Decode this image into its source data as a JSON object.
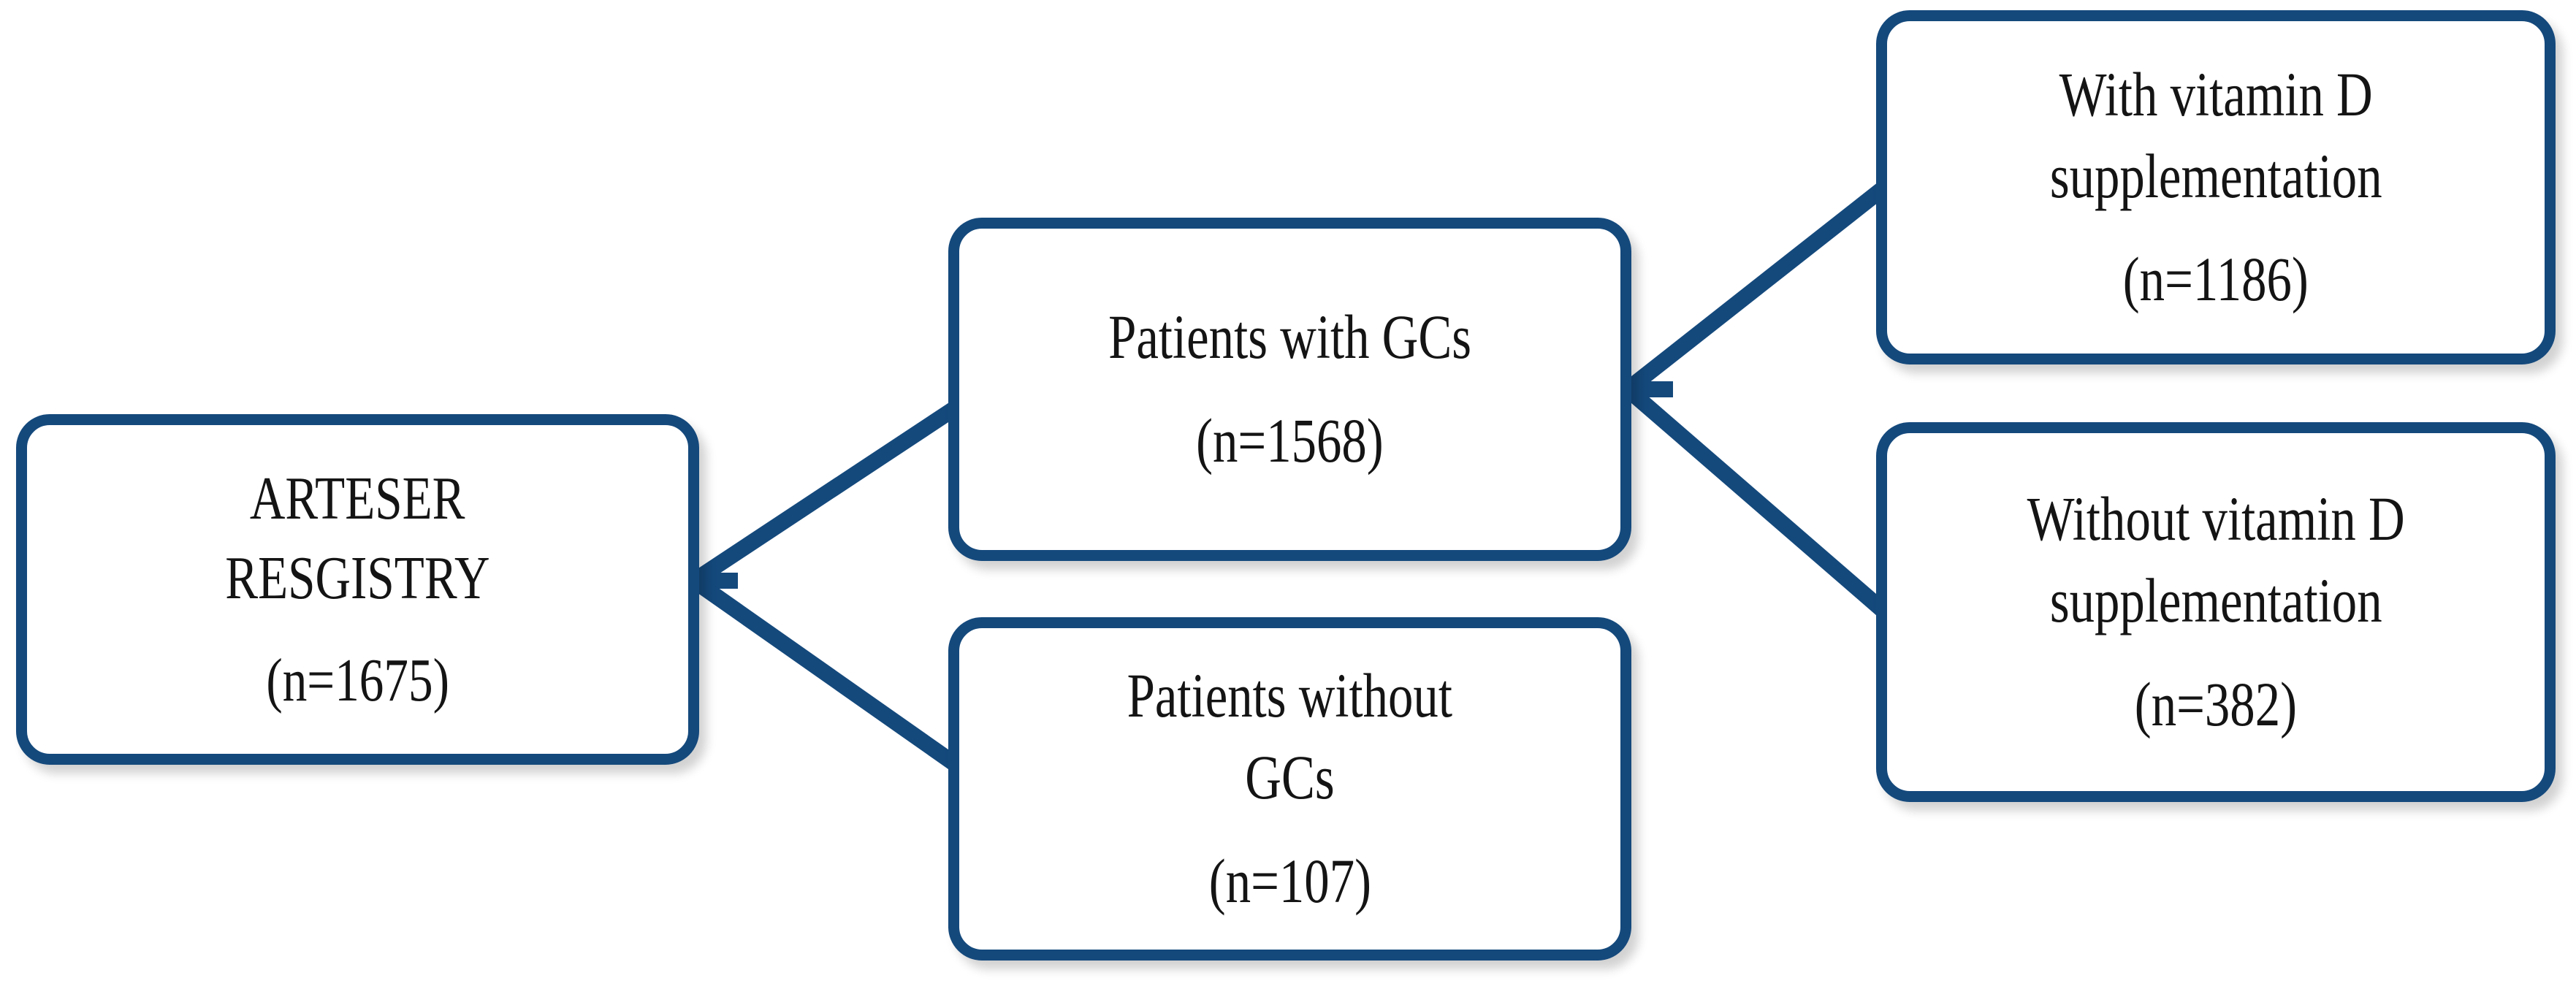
{
  "diagram": {
    "title": "ARTESER registry patient flow diagram",
    "colors": {
      "node_border": "#14497c",
      "connector": "#14497c",
      "node_fill": "#ffffff",
      "text": "#141414",
      "background": "#ffffff"
    },
    "nodes": [
      {
        "id": "registry",
        "label_lines": [
          "ARTESER",
          "RESGISTRY"
        ],
        "line1": "ARTESER",
        "line2": "RESGISTRY",
        "count": "(n=1675)",
        "n": 1675
      },
      {
        "id": "with-gcs",
        "line1": "Patients with GCs",
        "line2": "",
        "count": "(n=1568)",
        "n": 1568
      },
      {
        "id": "without-gcs",
        "line1": "Patients without",
        "line2": "GCs",
        "count": "(n=107)",
        "n": 107
      },
      {
        "id": "with-vitamin-d",
        "line1": "With vitamin D",
        "line2": "supplementation",
        "count": "(n=1186)",
        "n": 1186
      },
      {
        "id": "without-vitamin-d",
        "line1": "Without vitamin D",
        "line2": "supplementation",
        "count": "(n=382)",
        "n": 382
      }
    ],
    "connectors": [
      {
        "id": "registry-to-with-gcs",
        "from": "registry",
        "to": "with-gcs"
      },
      {
        "id": "registry-to-without-gcs",
        "from": "registry",
        "to": "without-gcs"
      },
      {
        "id": "with-gcs-to-with-vitd",
        "from": "with-gcs",
        "to": "with-vitamin-d"
      },
      {
        "id": "with-gcs-to-without-vitd",
        "from": "with-gcs",
        "to": "without-vitamin-d"
      }
    ]
  }
}
